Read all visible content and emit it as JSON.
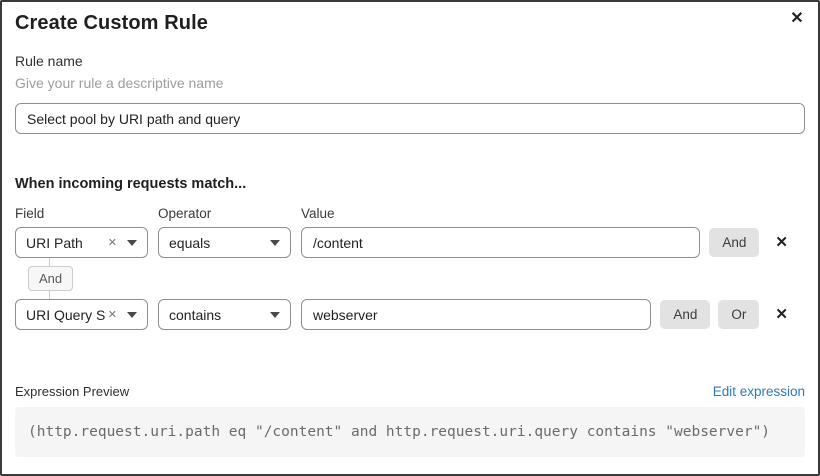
{
  "dialog": {
    "title": "Create Custom Rule",
    "close_icon": "✕"
  },
  "rule_name": {
    "label": "Rule name",
    "helper": "Give your rule a descriptive name",
    "value": "Select pool by URI path and query"
  },
  "match": {
    "heading": "When incoming requests match...",
    "columns": {
      "field": "Field",
      "operator": "Operator",
      "value": "Value"
    },
    "connector_label": "And",
    "clear_icon": "✕",
    "delete_icon": "✕",
    "rows": [
      {
        "field": "URI Path",
        "operator": "equals",
        "value": "/content",
        "and_label": "And"
      },
      {
        "field": "URI Query St...",
        "operator": "contains",
        "value": "webserver",
        "and_label": "And",
        "or_label": "Or"
      }
    ]
  },
  "expression": {
    "label": "Expression Preview",
    "edit_link": "Edit expression",
    "code": "(http.request.uri.path eq \"/content\" and http.request.uri.query contains \"webserver\")"
  },
  "colors": {
    "link_blue": "#2c7bb8",
    "button_gray": "#e2e2e2",
    "code_bg": "#f5f5f5",
    "border_gray": "#8f8f8f"
  }
}
